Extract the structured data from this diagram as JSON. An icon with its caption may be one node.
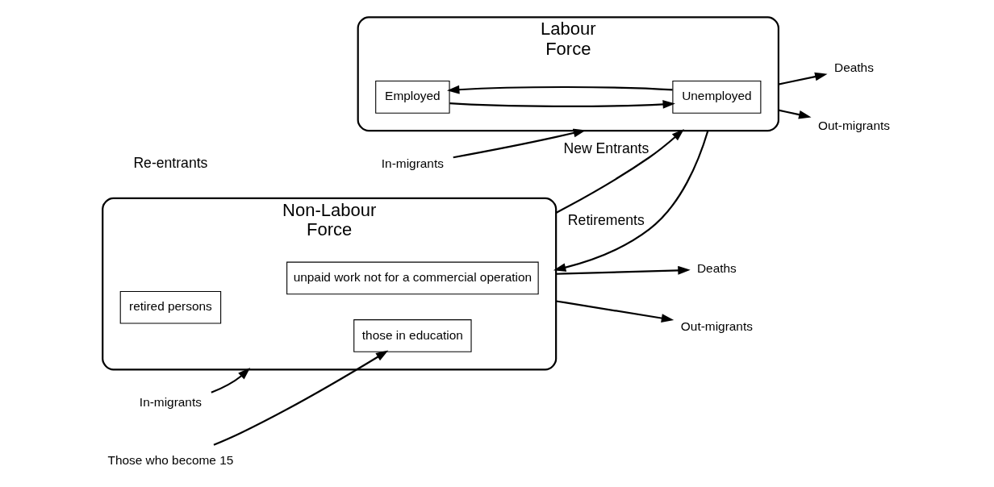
{
  "diagram": {
    "nodes": [
      {
        "text": [
          "Non-Labour",
          "Force"
        ]
      },
      {
        "text": [
          "those in education"
        ],
        "in": 0
      },
      {
        "text": [
          "unpaid work not for a commercial operation"
        ],
        "in": 0
      },
      {
        "text": [
          "retired persons"
        ],
        "in": 0
      },
      {
        "text": [
          "Labour",
          "Force"
        ]
      },
      {
        "text": [
          "Employed"
        ],
        "in": 4
      },
      {
        "text": [
          "Unemployed"
        ],
        "in": 4
      },
      {
        "text": [
          "In-migrants"
        ]
      },
      {
        "text": [
          "Those who become 15"
        ]
      },
      {
        "text": [
          "Deaths"
        ]
      },
      {
        "text": [
          "Out-migrants"
        ]
      },
      {
        "text": [
          "In-migrants"
        ]
      },
      {
        "text": [
          "Deaths"
        ]
      },
      {
        "text": [
          "Out-migrants"
        ]
      }
    ],
    "edges": [
      {
        "from": 7,
        "to": 0,
        "arrow": "to"
      },
      {
        "from": 8,
        "to": 1,
        "arrow": "to"
      },
      {
        "from": 0,
        "to": 9,
        "arrow": "to"
      },
      {
        "from": 0,
        "to": 10,
        "arrow": "to"
      },
      {
        "from": 0,
        "to": 4,
        "arrow": "to",
        "label": "New Entrants"
      },
      {
        "from": 4,
        "to": 0,
        "arrow": "to",
        "label": "Retirements"
      },
      {
        "from": 11,
        "to": 4,
        "arrow": "to"
      },
      {
        "from": 4,
        "to": 12,
        "arrow": "to"
      },
      {
        "from": 4,
        "to": 13,
        "arrow": "to"
      },
      {
        "from": 6,
        "to": 5,
        "arrow": "to"
      },
      {
        "from": 5,
        "to": 6,
        "arrow": "to"
      }
    ],
    "labels": [
      "Re-entrants"
    ]
  }
}
